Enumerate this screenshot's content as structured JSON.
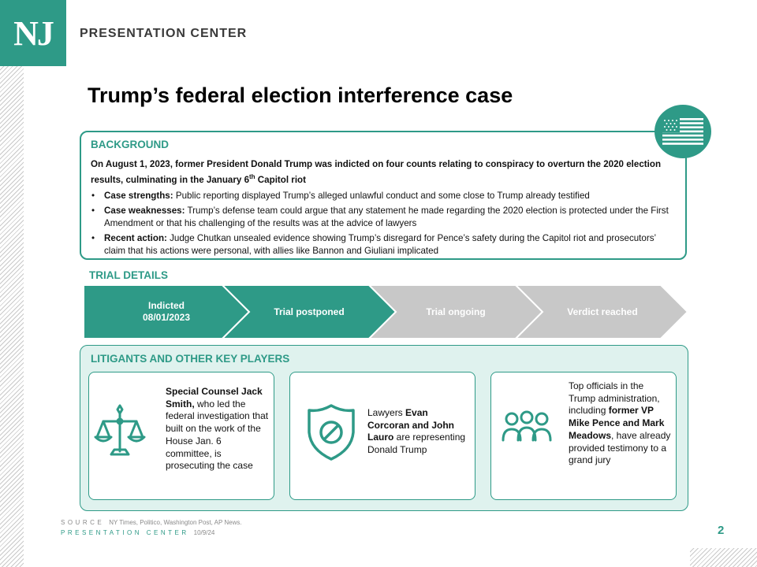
{
  "header": {
    "logo": "NJ",
    "brand": "PRESENTATION CENTER"
  },
  "title": "Trump’s federal election interference case",
  "background": {
    "heading": "BACKGROUND",
    "intro_a": "On August 1, 2023, former President Donald Trump was indicted on four counts relating to conspiracy to overturn the 2020 election results, culminating in the January 6",
    "intro_sup": "th",
    "intro_b": " Capitol riot",
    "bullets": [
      {
        "label": "Case strengths:",
        "text": " Public reporting displayed Trump’s alleged unlawful conduct and some close to Trump already testified"
      },
      {
        "label": "Case weaknesses:",
        "text": " Trump’s defense team could argue that any statement he made regarding the 2020 election is protected under the First Amendment or that his challenging of the results was at the advice of lawyers"
      },
      {
        "label": "Recent action:",
        "text": " Judge Chutkan unsealed evidence showing Trump’s disregard for Pence’s safety during the Capitol riot and prosecutors’ claim that his actions were personal, with allies like Bannon and Giuliani implicated"
      }
    ]
  },
  "trial": {
    "heading": "TRIAL DETAILS",
    "steps": [
      {
        "line1": "Indicted",
        "line2": "08/01/2023",
        "color": "#2e9a87"
      },
      {
        "line1": "Trial postponed",
        "line2": "",
        "color": "#2e9a87"
      },
      {
        "line1": "Trial ongoing",
        "line2": "",
        "color": "#c8c8c8"
      },
      {
        "line1": "Verdict reached",
        "line2": "",
        "color": "#c8c8c8"
      }
    ]
  },
  "players": {
    "heading": "LITIGANTS AND OTHER KEY PLAYERS",
    "cards": [
      {
        "icon": "scales-icon",
        "b1": "Special Counsel Jack Smith,",
        "t1": " who led the federal investigation that built on the work of the House Jan. 6 committee, is prosecuting the case"
      },
      {
        "icon": "shield-ban-icon",
        "t0": "Lawyers ",
        "b1": "Evan Corcoran and John Lauro",
        "t1": " are representing Donald Trump"
      },
      {
        "icon": "people-icon",
        "t0": "Top officials in the Trump administration, including ",
        "b1": "former VP Mike Pence and Mark Meadows",
        "t1": ", have already provided testimony to a grand jury"
      }
    ]
  },
  "footer": {
    "source_label": "SOURCE",
    "source_text": "NY Times, Politico, Washington Post, AP News.",
    "center_label": "PRESENTATION CENTER",
    "date": "10/9/24",
    "page": "2"
  },
  "colors": {
    "accent": "#2e9a87",
    "inactive": "#c8c8c8",
    "panel": "#dff2ee"
  }
}
